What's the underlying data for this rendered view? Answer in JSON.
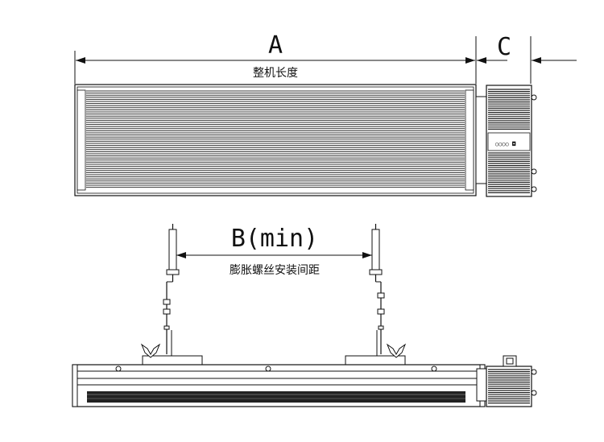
{
  "dimensions": {
    "a_label": "A",
    "a_caption": "整机长度",
    "b_label": "B(min)",
    "b_caption": "膨胀螺丝安装间距",
    "c_label": "C"
  },
  "controls": {
    "indicator_text": "○○○○ ◘"
  },
  "colors": {
    "line": "#111111",
    "fin_dark": "#333333",
    "fin_light": "#dcdcdc",
    "background": "#ffffff"
  },
  "icons": [
    "wing-nut-icon",
    "expansion-bolt-icon",
    "chain-icon",
    "control-box-icon"
  ]
}
